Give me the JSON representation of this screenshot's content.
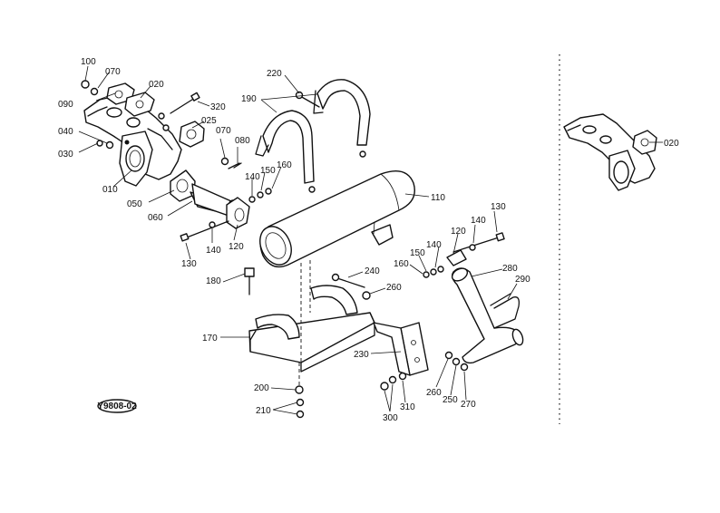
{
  "callouts": [
    {
      "text": "100"
    },
    {
      "text": "070"
    },
    {
      "text": "020"
    },
    {
      "text": "090"
    },
    {
      "text": "320"
    },
    {
      "text": "025"
    },
    {
      "text": "040"
    },
    {
      "text": "030"
    },
    {
      "text": "070"
    },
    {
      "text": "080"
    },
    {
      "text": "140"
    },
    {
      "text": "150"
    },
    {
      "text": "160"
    },
    {
      "text": "010"
    },
    {
      "text": "050"
    },
    {
      "text": "060"
    },
    {
      "text": "140"
    },
    {
      "text": "120"
    },
    {
      "text": "130"
    },
    {
      "text": "220"
    },
    {
      "text": "190"
    },
    {
      "text": "110"
    },
    {
      "text": "130"
    },
    {
      "text": "140"
    },
    {
      "text": "120"
    },
    {
      "text": "150"
    },
    {
      "text": "140"
    },
    {
      "text": "160"
    },
    {
      "text": "240"
    },
    {
      "text": "280"
    },
    {
      "text": "290"
    },
    {
      "text": "180"
    },
    {
      "text": "260"
    },
    {
      "text": "170"
    },
    {
      "text": "230"
    },
    {
      "text": "200"
    },
    {
      "text": "210"
    },
    {
      "text": "260"
    },
    {
      "text": "250"
    },
    {
      "text": "270"
    },
    {
      "text": "310"
    },
    {
      "text": "300"
    },
    {
      "text": "020"
    }
  ],
  "drawing_code": "Y9808-02"
}
